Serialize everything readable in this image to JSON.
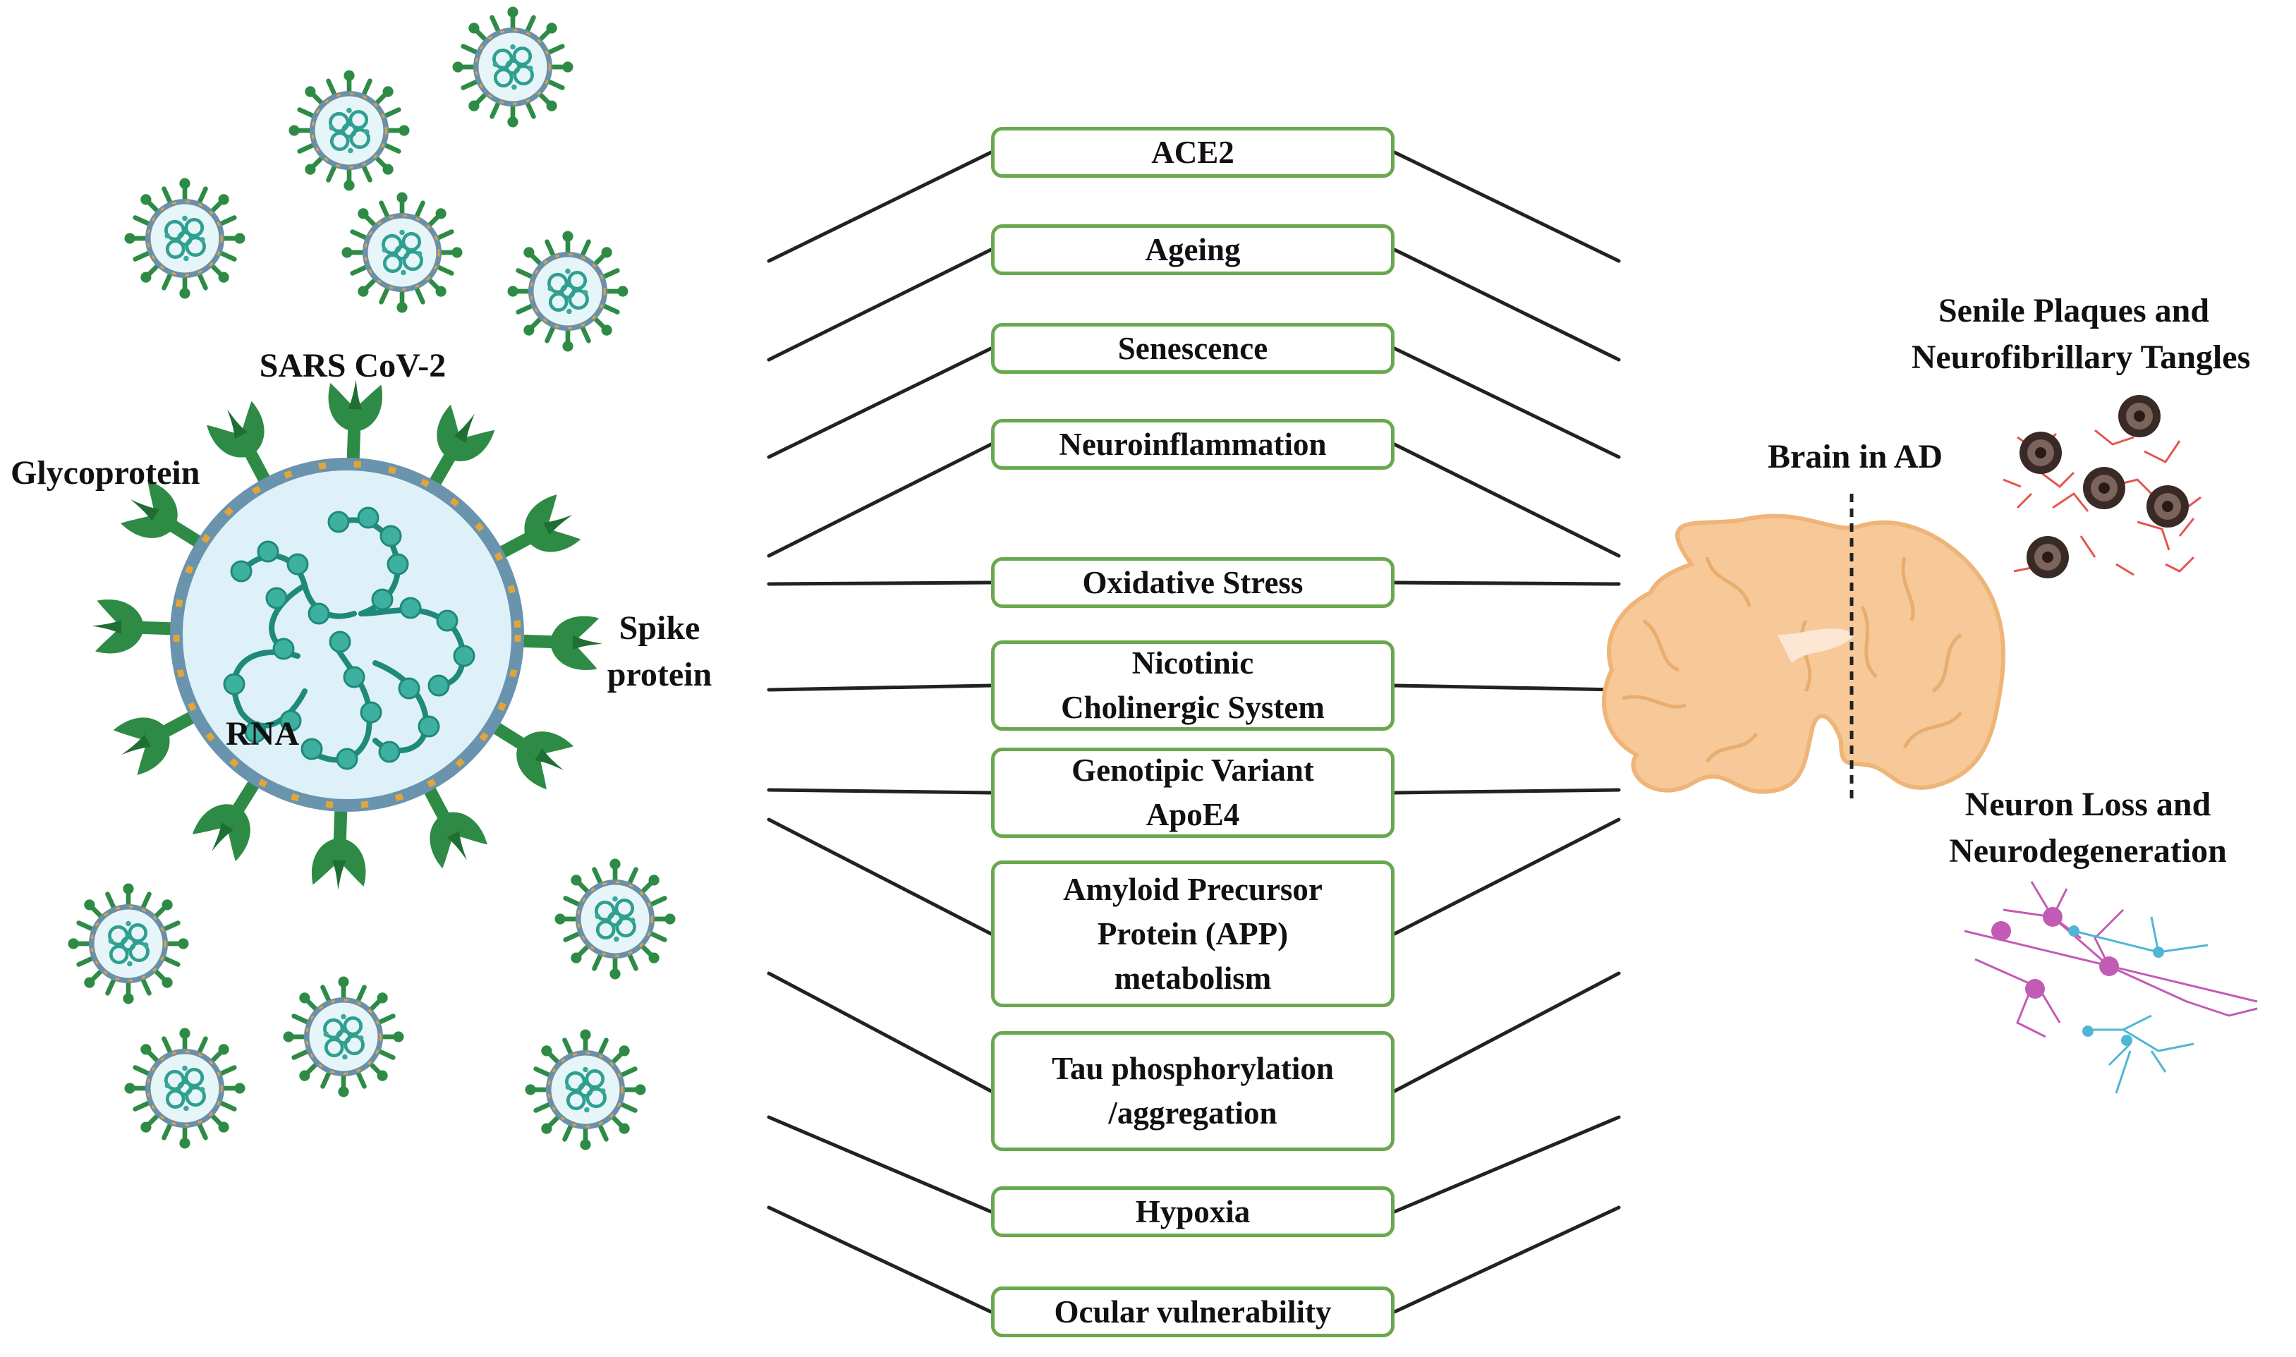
{
  "left_labels": {
    "virus_name": "SARS CoV-2",
    "glycoprotein": "Glycoprotein",
    "spike_protein_line1": "Spike",
    "spike_protein_line2": "protein",
    "rna": "RNA"
  },
  "factors": [
    "ACE2",
    "Ageing",
    "Senescence",
    "Neuroinflammation",
    "Oxidative Stress",
    "Nicotinic\nCholinergic System",
    "Genotipic Variant\nApoE4",
    "Amyloid Precursor\nProtein (APP)\nmetabolism",
    "Tau phosphorylation\n/aggregation",
    "Hypoxia",
    "Ocular vulnerability"
  ],
  "right_labels": {
    "brain": "Brain in AD",
    "plaques_line1": "Senile Plaques and",
    "plaques_line2": "Neurofibrillary Tangles",
    "neuron_line1": "Neuron Loss and",
    "neuron_line2": "Neurodegeneration"
  },
  "colors": {
    "box_border": "#6aa84f",
    "virus_green": "#2e8b45",
    "virus_teal": "#3aa89a",
    "brain": "#f7c999",
    "plaque_red": "#e0443c",
    "neuron_pink": "#c25bb5",
    "neuron_cyan": "#4fb6d6"
  }
}
